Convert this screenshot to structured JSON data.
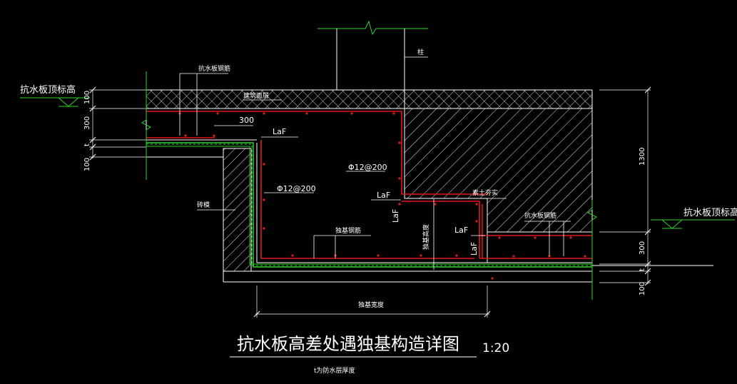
{
  "title": "抗水板高差处遇独基构造详图",
  "scale": "1:20",
  "note": "t为防水层厚度",
  "labels": {
    "slab_top_left": "抗水板顶标高",
    "slab_top_right": "抗水板顶标高",
    "slab_rebar_left": "抗水板钢筋",
    "slab_rebar_right": "抗水板钢筋",
    "finish_layer": "建筑面层",
    "column": "柱",
    "brick_mold": "砖模",
    "footing_rebar": "独基钢筋",
    "plain_concrete_fill": "素土夯实",
    "footing_height": "独基高度",
    "footing_width": "独基宽度",
    "rebar_spec_1": "Φ12@200",
    "rebar_spec_2": "Φ12@200",
    "laf_1": "LaF",
    "laf_2": "LaF",
    "laf_3": "LaF",
    "laf_4": "LaF",
    "laf_5": "LaF",
    "dim_300_inner": "300"
  },
  "dims_left": [
    "100",
    "300",
    "t",
    "100"
  ],
  "dims_right": [
    "1300",
    "300",
    "t",
    "100"
  ],
  "colors": {
    "background": "#000000",
    "line": "#ffffff",
    "rebar": "#e01919",
    "waterproof": "#2bd42b"
  }
}
